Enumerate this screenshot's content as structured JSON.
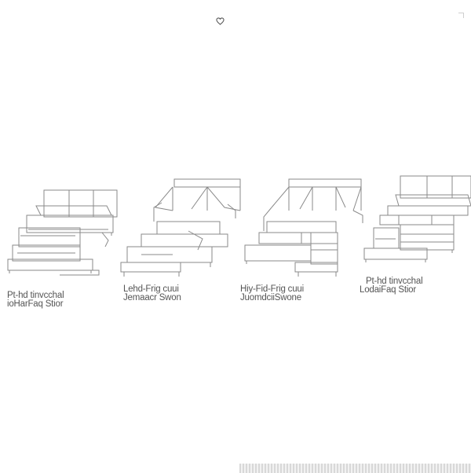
{
  "icons": {
    "favorite": "heart-outline-icon"
  },
  "colors": {
    "line": "#8a8a8a",
    "caption": "#555555"
  },
  "products": [
    {
      "caption_line1": "Pt-hd tinvcchal",
      "caption_line2": "ioHarFaq Stior"
    },
    {
      "caption_line1": "Lehd-Frig cuui",
      "caption_line2": "Jemaacr Swon"
    },
    {
      "caption_line1": "Hiy-Fid-Frig cuui",
      "caption_line2": "JuomdciiSwone"
    },
    {
      "caption_line1": "Pt-hd tinvcchal",
      "caption_line2": "LodaiFaq Stior"
    }
  ]
}
